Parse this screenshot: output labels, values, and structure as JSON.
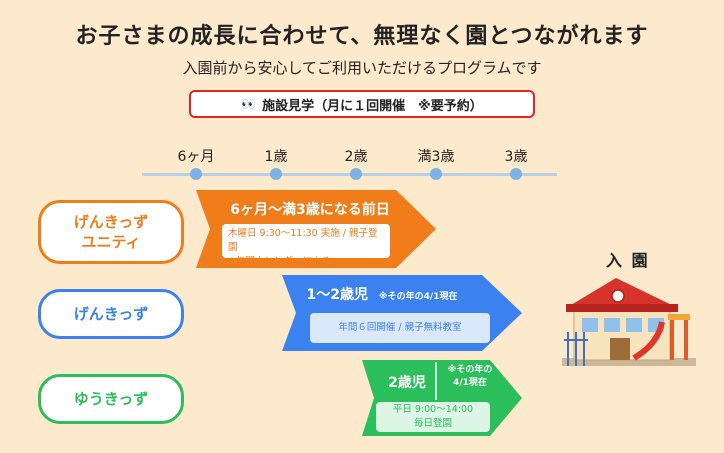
{
  "header": {
    "title": "お子さまの成長に合わせて、無理なく園とつながれます",
    "subtitle": "入園前から安心してご利用いただけるプログラムです"
  },
  "tour": {
    "icon": "eyes-icon",
    "label": "施設見学（月に１回開催　※要予約）"
  },
  "timeline": {
    "ticks": [
      "6ヶ月",
      "1歳",
      "2歳",
      "満3歳",
      "3歳"
    ]
  },
  "programs": [
    {
      "name": "げんきっず\nユニティ",
      "color": "#f07d1a",
      "arrow_title": "6ヶ月〜満3歳になる前日",
      "info_lines": [
        "木曜日 9:30〜11:30 実施 / 親子登園",
        "※年間カレンダーによる"
      ]
    },
    {
      "name": "げんきっず",
      "color": "#3b82f0",
      "arrow_title": "1〜2歳児",
      "arrow_note": "※その年の4/1現在",
      "info_lines": [
        "年間６回開催 / 親子無料教室"
      ]
    },
    {
      "name": "ゆうきっず",
      "color": "#2bbf5c",
      "arrow_title": "2歳児",
      "arrow_note_line1": "※その年の",
      "arrow_note_line2": "4/1現在",
      "info_lines": [
        "平日 9:00〜14:00",
        "毎日登園"
      ]
    }
  ],
  "enrollment": {
    "label": "入 園"
  },
  "colors": {
    "background": "#fde9cc",
    "tour_border": "#e3242b",
    "axis": "#b9cfe8",
    "axis_tick": "#7fb3e6"
  }
}
